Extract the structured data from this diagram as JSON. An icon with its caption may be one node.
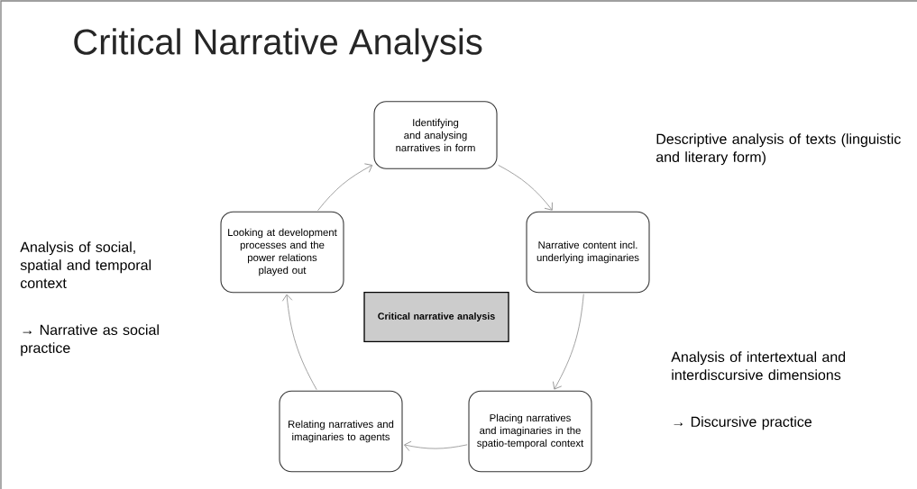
{
  "diagram": {
    "title": "Critical Narrative Analysis",
    "nodes": [
      {
        "text": [
          "Identifying and analysing narratives in form"
        ]
      },
      {
        "text": [
          "Narrative content incl. underlying imaginaries"
        ]
      },
      {
        "text": [
          "Placing narratives and imaginaries in the spatio-temporal context"
        ]
      },
      {
        "text": [
          "Relating narratives and imaginaries to agents"
        ]
      },
      {
        "text": [
          "Looking at development processes and the power relations played out"
        ]
      },
      {
        "text": [
          "Critical narrative analysis"
        ]
      }
    ],
    "edges": [
      {
        "from": 0,
        "to": 1,
        "arrow": "to"
      },
      {
        "from": 1,
        "to": 2,
        "arrow": "to"
      },
      {
        "from": 2,
        "to": 3,
        "arrow": "to"
      },
      {
        "from": 3,
        "to": 4,
        "arrow": "to"
      },
      {
        "from": 4,
        "to": 0,
        "arrow": "to"
      }
    ],
    "labels": [
      "Descriptive analysis of texts (linguistic and literary form)",
      "Analysis of social, spatial and temporal context",
      "→ Narrative as social practice",
      "Analysis of intertextual and interdiscursive dimensions",
      "→ Discursive practice"
    ]
  }
}
